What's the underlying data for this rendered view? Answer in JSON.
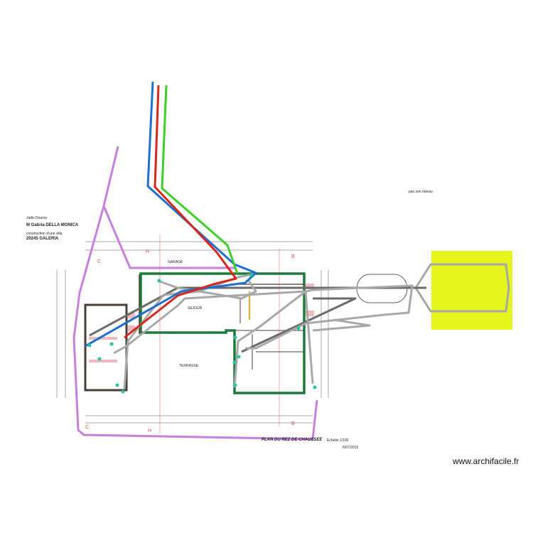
{
  "title_block": {
    "line1": "Jadis Dourse",
    "owner": "M Gabria DELLA MONICA",
    "line3": "construction d'une villa",
    "line4": "20245 GALERIA"
  },
  "plan_title": "PLAN DU REZ DE CHAUSSEE",
  "scale": "Echelle 1/100",
  "date": "6/07/2015",
  "note_right": "pas son niveau",
  "room_labels": [
    "SEJOUR",
    "TERRASSE",
    "GARAGE"
  ],
  "section_markers": [
    "C",
    "H",
    "B"
  ],
  "watermark": "www.archifacile.fr",
  "colors": {
    "wall_green": "#1e7a3c",
    "wall_dark": "#4a3f36",
    "boundary_purple": "#c77fe0",
    "network_blue": "#1f6fd1",
    "network_red": "#d8261a",
    "network_green": "#3ccf2a",
    "network_gray": "#a8a8a8",
    "network_darkgray": "#6b6b6b",
    "tank_yellow": "#e6f51c",
    "point_teal": "#2bc4a0",
    "pink_marker": "#f2b8bf",
    "yellow_stair": "#d9b34a"
  }
}
